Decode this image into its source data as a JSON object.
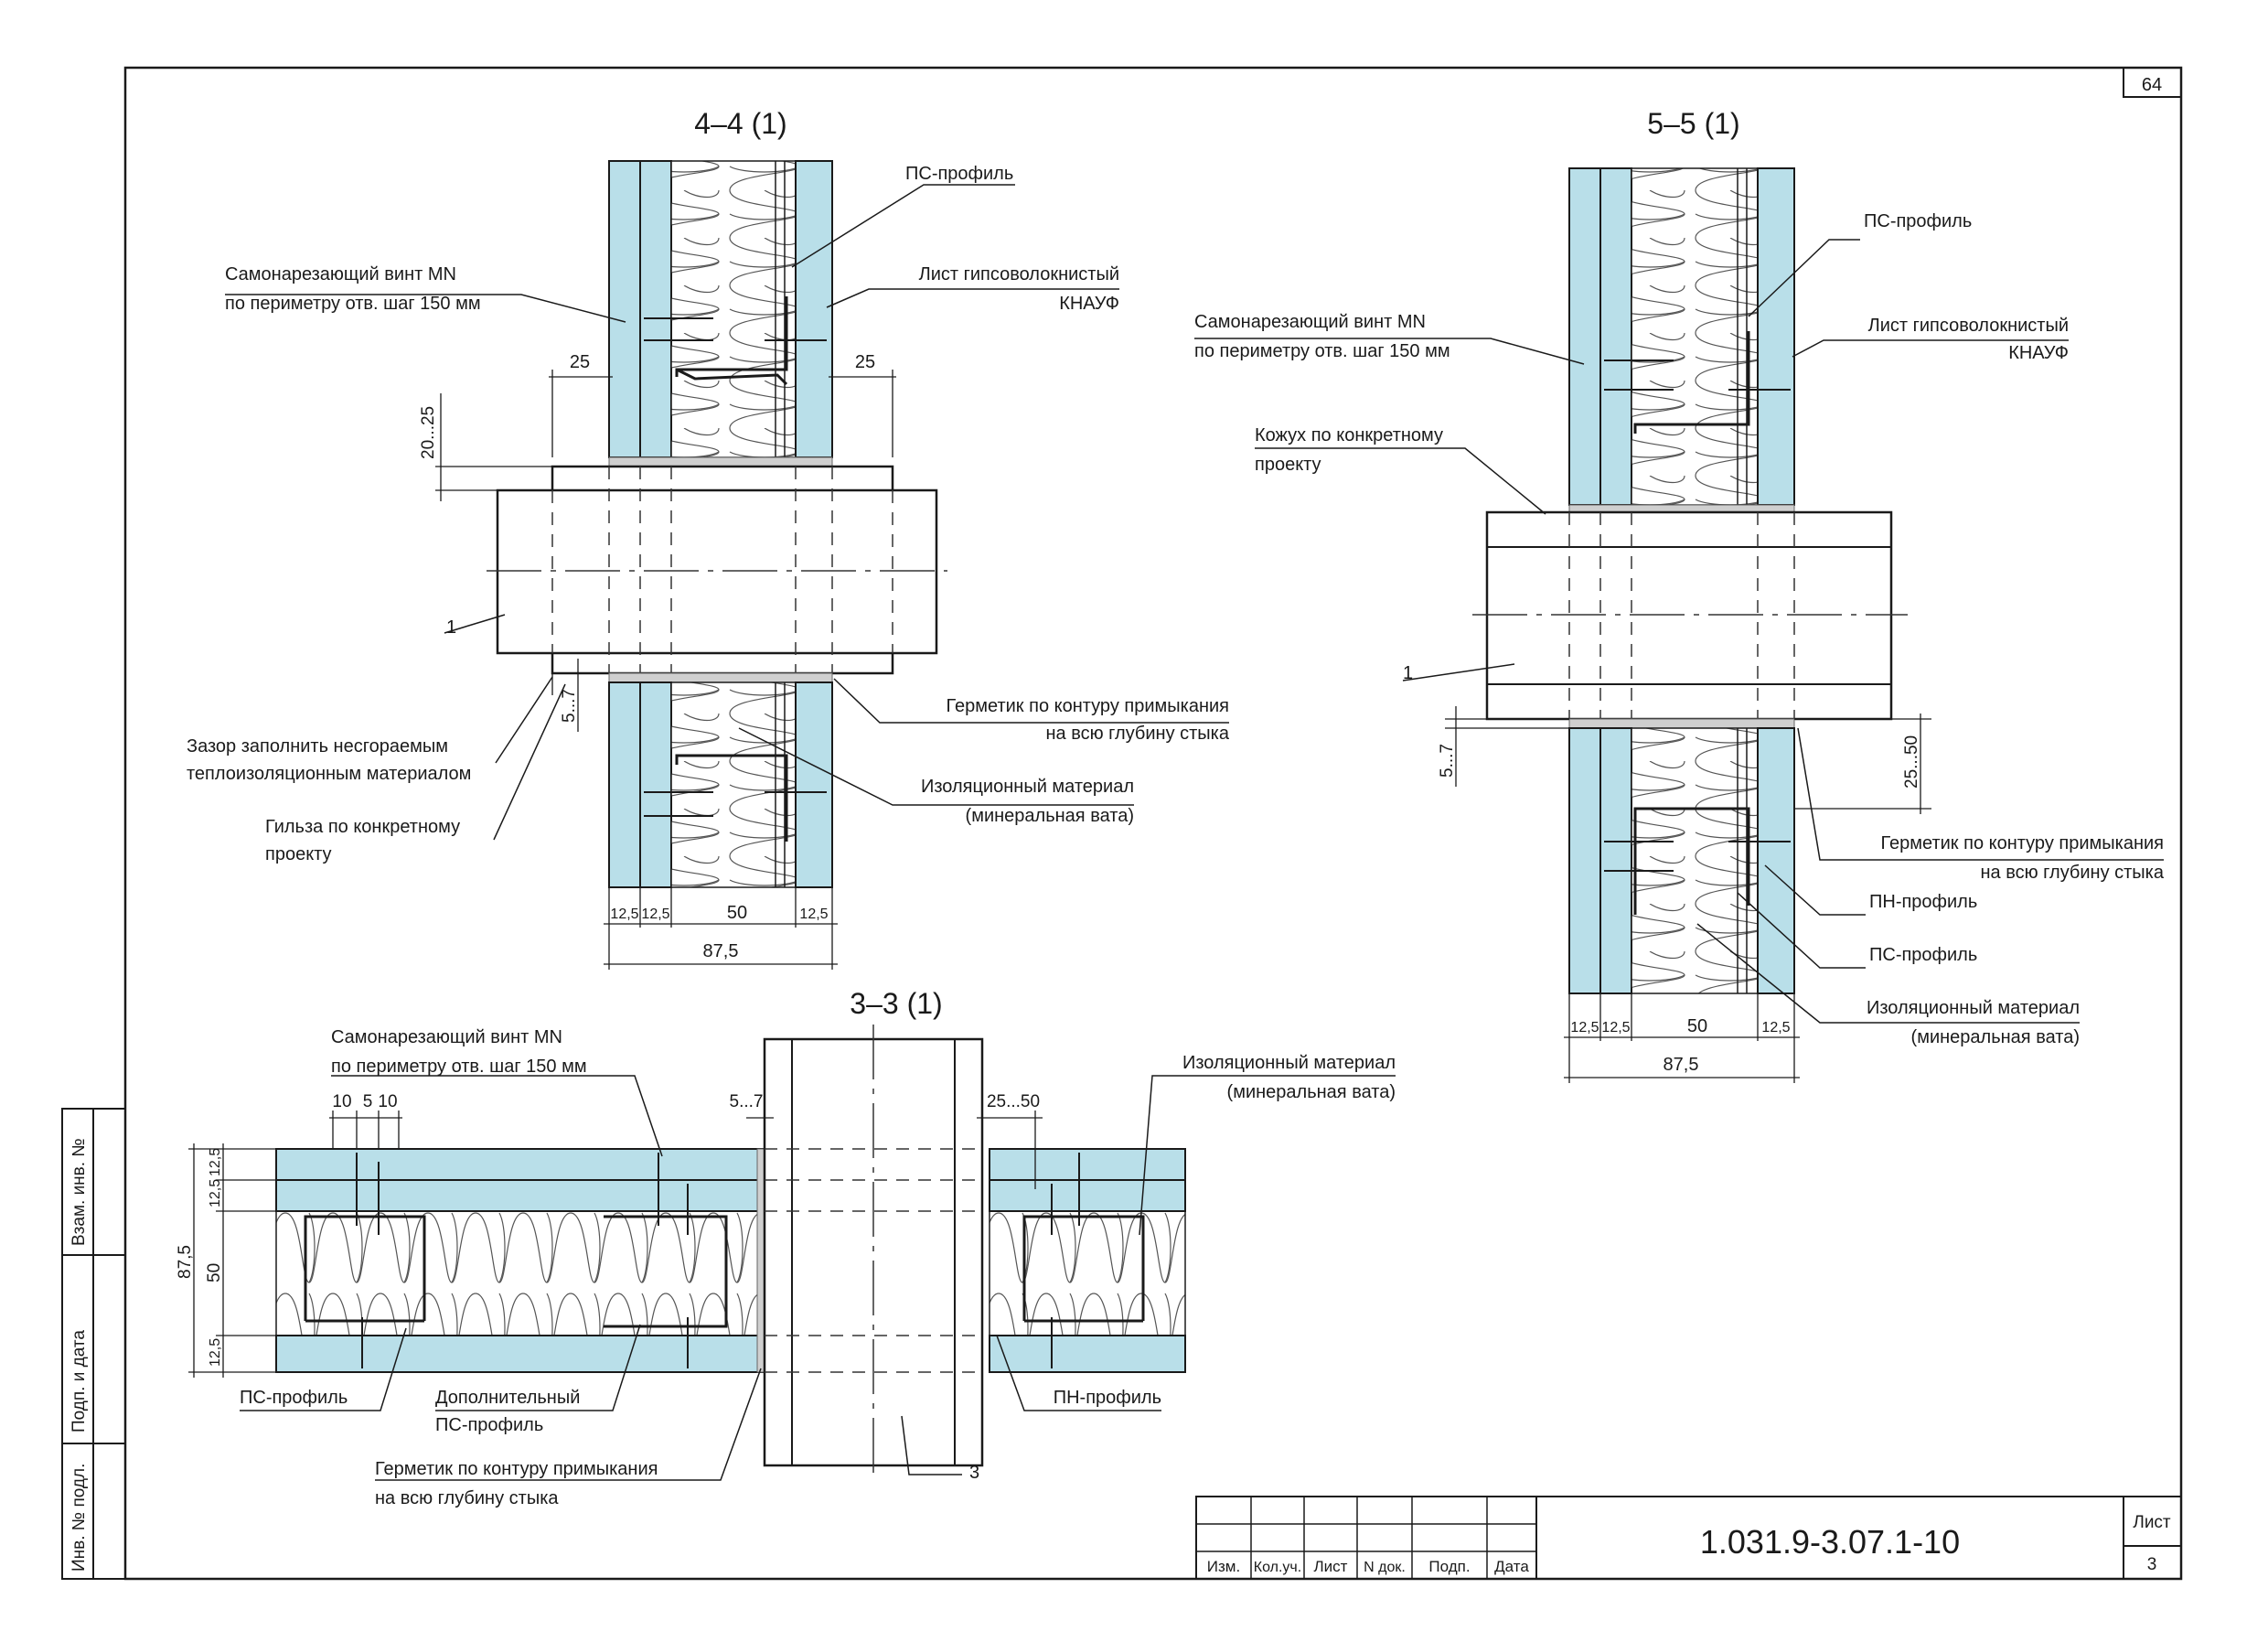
{
  "sheet": {
    "page_number": "64",
    "doc_code": "1.031.9-3.07.1-10",
    "sheet_label": "Лист",
    "sheet_number": "3",
    "title_block": [
      "Изм.",
      "Кол.уч.",
      "Лист",
      "N док.",
      "Подп.",
      "Дата"
    ],
    "side_stamps": [
      "Взам. инв. №",
      "Подп. и дата",
      "Инв. № подл."
    ]
  },
  "section_44": {
    "title": "4–4 (1)",
    "callouts": {
      "ps_profile": "ПС-профиль",
      "screw_1": "Самонарезающий винт MN",
      "screw_2": "по периметру отв. шаг 150 мм",
      "sheet_1": "Лист гипсоволокнистый",
      "sheet_2": "КНАУФ",
      "item_1": "1",
      "gap_1": "Зазор заполнить несгораемым",
      "gap_2": "теплоизоляционным материалом",
      "sleeve_1": "Гильза по конкретному",
      "sleeve_2": "проекту",
      "sealant_1": "Герметик по контуру примыкания",
      "sealant_2": "на всю глубину стыка",
      "insul_1": "Изоляционный материал",
      "insul_2": "(минеральная вата)"
    },
    "dims": {
      "left_25": "25",
      "right_25": "25",
      "top_gap": "20...25",
      "gap_5_7": "5...7",
      "b1": "12,5",
      "b2": "12,5",
      "core": "50",
      "b3": "12,5",
      "total": "87,5"
    }
  },
  "section_55": {
    "title": "5–5 (1)",
    "callouts": {
      "ps_profile_top": "ПС-профиль",
      "sheet_1": "Лист гипсоволокнистый",
      "sheet_2": "КНАУФ",
      "screw_1": "Самонарезающий винт MN",
      "screw_2": "по периметру отв. шаг 150 мм",
      "casing_1": "Кожух по конкретному",
      "casing_2": "проекту",
      "item_1": "1",
      "sealant_1": "Герметик по контуру примыкания",
      "sealant_2": "на всю глубину стыка",
      "pn_profile": "ПН-профиль",
      "ps_profile_bottom": "ПС-профиль",
      "insul_1": "Изоляционный материал",
      "insul_2": "(минеральная вата)"
    },
    "dims": {
      "gap_5_7": "5...7",
      "gap_25_50": "25...50",
      "b1": "12,5",
      "b2": "12,5",
      "core": "50",
      "b3": "12,5",
      "total": "87,5"
    }
  },
  "section_33": {
    "title": "3–3 (1)",
    "callouts": {
      "screw_1": "Самонарезающий винт MN",
      "screw_2": "по периметру отв. шаг 150 мм",
      "insul_1": "Изоляционный материал",
      "insul_2": "(минеральная вата)",
      "ps_profile": "ПС-профиль",
      "extra_1": "Дополнительный",
      "extra_2": "ПС-профиль",
      "sealant_1": "Герметик по контуру примыкания",
      "sealant_2": "на всю глубину стыка",
      "pn_profile": "ПН-профиль",
      "item_3": "3"
    },
    "dims": {
      "d10a": "10",
      "d5": "5",
      "d10b": "10",
      "gap_5_7": "5...7",
      "gap_25_50": "25...50",
      "v12a": "12,5",
      "v12b": "12,5",
      "v50": "50",
      "v12c": "12,5",
      "total": "87,5"
    }
  }
}
